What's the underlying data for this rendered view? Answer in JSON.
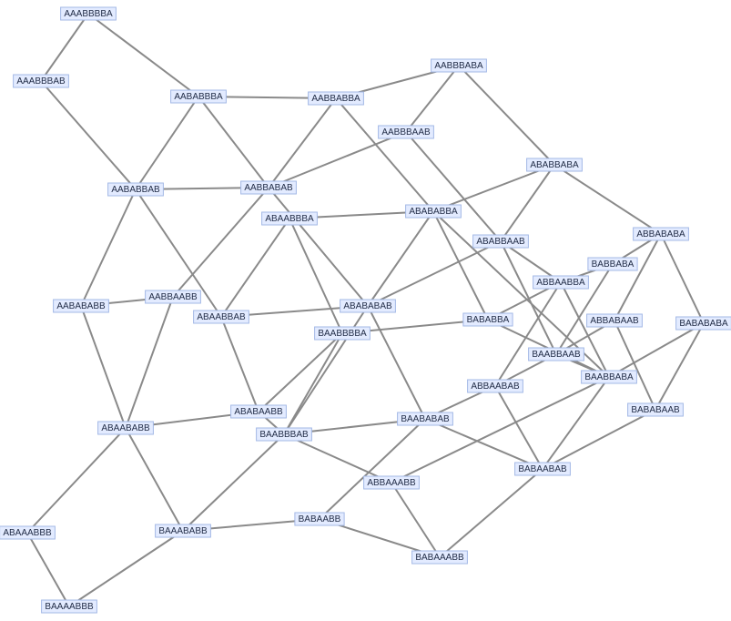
{
  "graph": {
    "nodes": [
      {
        "id": "AAABBBBA",
        "label": "AAABBBBA"
      },
      {
        "id": "AAABBBAB",
        "label": "AAABBBAB"
      },
      {
        "id": "AABABBBA",
        "label": "AABABBBA"
      },
      {
        "id": "AABBABBA",
        "label": "AABBABBA"
      },
      {
        "id": "AABBBABA",
        "label": "AABBBABA"
      },
      {
        "id": "AABBBAAB",
        "label": "AABBBAAB"
      },
      {
        "id": "AABABBAB",
        "label": "AABABBAB"
      },
      {
        "id": "AABBABAB",
        "label": "AABBABAB"
      },
      {
        "id": "ABABBABA",
        "label": "ABABBABA"
      },
      {
        "id": "ABAABBBA",
        "label": "ABAABBBA"
      },
      {
        "id": "ABABABBA",
        "label": "ABABABBA"
      },
      {
        "id": "ABABBAAB",
        "label": "ABABBAAB"
      },
      {
        "id": "ABBABABA",
        "label": "ABBABABA"
      },
      {
        "id": "BABBABA",
        "label": "BABBABA"
      },
      {
        "id": "ABBAABBA",
        "label": "ABBAABBA"
      },
      {
        "id": "AABABABB",
        "label": "AABABABB"
      },
      {
        "id": "AABBAABB",
        "label": "AABBAABB"
      },
      {
        "id": "ABAABBAB",
        "label": "ABAABBAB"
      },
      {
        "id": "ABABABAB",
        "label": "ABABABAB"
      },
      {
        "id": "BABABBA",
        "label": "BABABBA"
      },
      {
        "id": "BAABBBBA",
        "label": "BAABBBBA"
      },
      {
        "id": "ABBABAAB",
        "label": "ABBABAAB"
      },
      {
        "id": "BABABABA",
        "label": "BABABABA"
      },
      {
        "id": "BAABBAAB",
        "label": "BAABBAAB"
      },
      {
        "id": "ABBAABAB",
        "label": "ABBAABAB"
      },
      {
        "id": "BAABBABA",
        "label": "BAABBABA"
      },
      {
        "id": "BABABAAB",
        "label": "BABABAAB"
      },
      {
        "id": "ABAABABB",
        "label": "ABAABABB"
      },
      {
        "id": "ABABAABB",
        "label": "ABABAABB"
      },
      {
        "id": "BAABBBAB",
        "label": "BAABBBAB"
      },
      {
        "id": "BAABABAB",
        "label": "BAABABAB"
      },
      {
        "id": "ABBAAABB",
        "label": "ABBAAABB"
      },
      {
        "id": "BABAABAB",
        "label": "BABAABAB"
      },
      {
        "id": "ABAAABBB",
        "label": "ABAAABBB"
      },
      {
        "id": "BAAABABB",
        "label": "BAAABABB"
      },
      {
        "id": "BABAABB",
        "label": "BABAABB"
      },
      {
        "id": "BABAAABB",
        "label": "BABAAABB"
      },
      {
        "id": "BAAAABBB",
        "label": "BAAAABBB"
      }
    ],
    "edges": [
      [
        "AAABBBBA",
        "AAABBBAB"
      ],
      [
        "AAABBBBA",
        "AABABBBA"
      ],
      [
        "AAABBBAB",
        "AABABBAB"
      ],
      [
        "AABABBBA",
        "AABBABBA"
      ],
      [
        "AABABBBA",
        "AABABBAB"
      ],
      [
        "AABABBBA",
        "AABBABAB"
      ],
      [
        "AABBABBA",
        "AABBBABA"
      ],
      [
        "AABBABBA",
        "AABBABAB"
      ],
      [
        "AABBABBA",
        "ABABABBA"
      ],
      [
        "AABBBABA",
        "AABBBAAB"
      ],
      [
        "AABBBABA",
        "ABABBABA"
      ],
      [
        "AABBBAAB",
        "AABBABAB"
      ],
      [
        "AABBBAAB",
        "ABABBAAB"
      ],
      [
        "AABABBAB",
        "AABBABAB"
      ],
      [
        "AABABBAB",
        "AABABABB"
      ],
      [
        "AABABBAB",
        "ABAABBAB"
      ],
      [
        "AABBABAB",
        "AABBAABB"
      ],
      [
        "AABBABAB",
        "ABABABAB"
      ],
      [
        "ABABBABA",
        "ABABABBA"
      ],
      [
        "ABABBABA",
        "ABABBAAB"
      ],
      [
        "ABABBABA",
        "ABBABABA"
      ],
      [
        "ABAABBBA",
        "ABABABBA"
      ],
      [
        "ABAABBBA",
        "ABAABBAB"
      ],
      [
        "ABAABBBA",
        "BAABBBBA"
      ],
      [
        "ABABABBA",
        "ABABABAB"
      ],
      [
        "ABABABBA",
        "BABABBA"
      ],
      [
        "ABABABBA",
        "BAABBABA"
      ],
      [
        "ABABBAAB",
        "ABABABAB"
      ],
      [
        "ABABBAAB",
        "ABBAABBA"
      ],
      [
        "ABABBAAB",
        "BAABBAAB"
      ],
      [
        "ABBABABA",
        "BABBABA"
      ],
      [
        "ABBABABA",
        "ABBABAAB"
      ],
      [
        "ABBABABA",
        "BABABABA"
      ],
      [
        "BABBABA",
        "ABBAABBA"
      ],
      [
        "BABBABA",
        "BAABBAAB"
      ],
      [
        "ABBAABBA",
        "BABABBA"
      ],
      [
        "ABBAABBA",
        "BAABBABA"
      ],
      [
        "ABBAABBA",
        "ABBAABAB"
      ],
      [
        "AABABABB",
        "AABBAABB"
      ],
      [
        "AABABABB",
        "ABAABABB"
      ],
      [
        "AABBAABB",
        "ABAABABB"
      ],
      [
        "ABAABBAB",
        "ABABABAB"
      ],
      [
        "ABAABBAB",
        "ABABAABB"
      ],
      [
        "ABABABAB",
        "BAABBBAB"
      ],
      [
        "ABABABAB",
        "BAABABAB"
      ],
      [
        "BABABBA",
        "BAABBBBA"
      ],
      [
        "BABABBA",
        "BAABBABA"
      ],
      [
        "BAABBBBA",
        "BAABBBAB"
      ],
      [
        "BAABBBBA",
        "ABABAABB"
      ],
      [
        "ABBABAAB",
        "BAABBAAB"
      ],
      [
        "ABBABAAB",
        "BABABAAB"
      ],
      [
        "BABABABA",
        "BAABBABA"
      ],
      [
        "BABABABA",
        "BABABAAB"
      ],
      [
        "BAABBAAB",
        "ABBAABAB"
      ],
      [
        "BAABBAAB",
        "BAABBABA"
      ],
      [
        "ABBAABAB",
        "BAABABAB"
      ],
      [
        "ABBAABAB",
        "BABAABAB"
      ],
      [
        "BAABBABA",
        "BABAABAB"
      ],
      [
        "BABABAAB",
        "BABAABAB"
      ],
      [
        "ABAABABB",
        "ABABAABB"
      ],
      [
        "ABAABABB",
        "ABAAABBB"
      ],
      [
        "ABAABABB",
        "BAAABABB"
      ],
      [
        "ABABAABB",
        "BAABBBAB"
      ],
      [
        "BAABBBAB",
        "BAABABAB"
      ],
      [
        "BAABBBAB",
        "BAAABABB"
      ],
      [
        "BAABABAB",
        "BABAABAB"
      ],
      [
        "BAABABAB",
        "BABAABB"
      ],
      [
        "BAABBBAB",
        "ABBAAABB"
      ],
      [
        "ABBAAABB",
        "BAABBABA"
      ],
      [
        "ABBAAABB",
        "BABAAABB"
      ],
      [
        "BABAABAB",
        "BABAAABB"
      ],
      [
        "ABAAABBB",
        "BAAAABBB"
      ],
      [
        "BAAABABB",
        "BABAABB"
      ],
      [
        "BAAABABB",
        "BAAAABBB"
      ],
      [
        "BABAABB",
        "BABAAABB"
      ]
    ]
  }
}
